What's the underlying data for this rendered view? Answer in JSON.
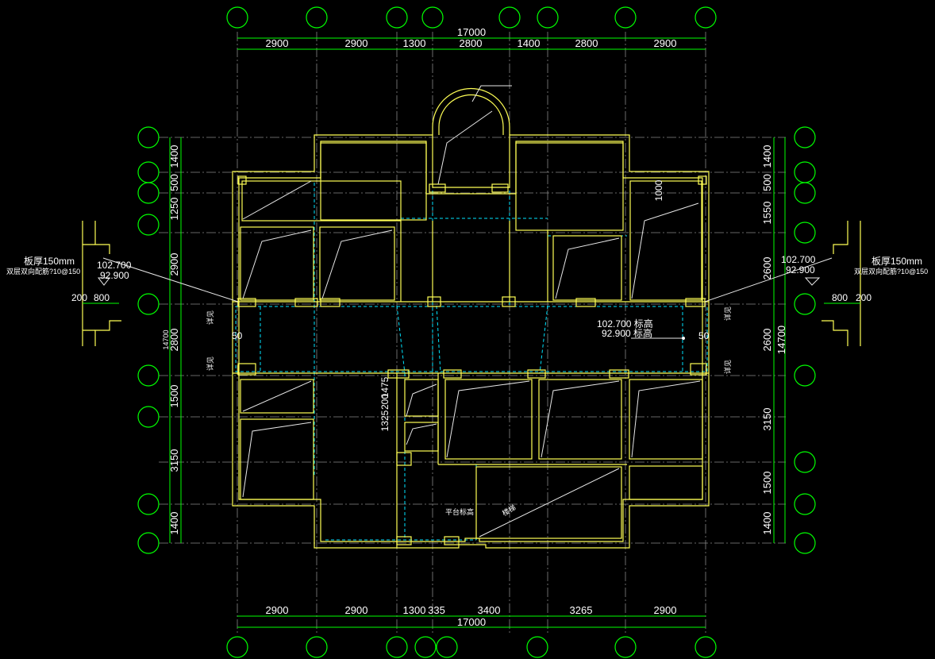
{
  "drawing": {
    "top_dims": [
      "2900",
      "2900",
      "1300",
      "2800",
      "1400",
      "2800",
      "2900"
    ],
    "top_total": "17000",
    "bottom_dims": [
      "2900",
      "2900",
      "1300",
      "335",
      "3400",
      "3265",
      "2900"
    ],
    "bottom_total": "17000",
    "left_dims": [
      "1400",
      "500",
      "1250",
      "2900",
      "2800",
      "1500",
      "3150",
      "1400"
    ],
    "right_dims": [
      "1400",
      "500",
      "1550",
      "2600",
      "2600",
      "3150",
      "1500",
      "1400"
    ],
    "right_total": "14700",
    "left_total": "14700",
    "left_note_1": "板厚150mm",
    "left_note_2": "双层双向配筋?10@150",
    "right_note_1": "板厚150mm",
    "right_note_2": "双层双向配筋?10@150",
    "elev_top": "102.700",
    "elev_bottom": "92.900",
    "left_sub_a": "200",
    "left_sub_b": "800",
    "right_sub_a": "800",
    "right_sub_b": "200",
    "center_elev_top": "102.700 标高",
    "center_elev_bottom": "92.900 标高",
    "side_gap_left": "50",
    "side_gap_right": "50",
    "dim_1000": "1000",
    "stair_dims": [
      "1325",
      "200",
      "1475"
    ],
    "label_stair": "楼梯",
    "label_platform": "平台标高",
    "label_side_left_1": "详见",
    "label_side_left_2": "详见",
    "label_side_right_1": "详见",
    "label_side_right_2": "详见"
  }
}
